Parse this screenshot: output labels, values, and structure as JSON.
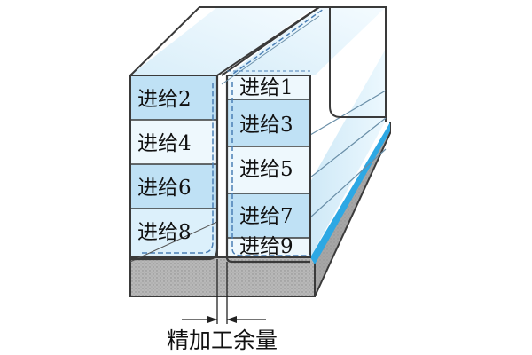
{
  "left_steps": [
    {
      "label": "进给2"
    },
    {
      "label": "进给4"
    },
    {
      "label": "进给6"
    },
    {
      "label": "进给8"
    }
  ],
  "right_steps": [
    {
      "label": "进给1"
    },
    {
      "label": "进给3"
    },
    {
      "label": "进给5"
    },
    {
      "label": "进给7"
    },
    {
      "label": "进给9"
    }
  ],
  "allowance_label": "精加工余量",
  "colors": {
    "outline": "#3a3a3a",
    "face_blue": "#bfe1f5",
    "face_light": "#dcf0fb",
    "face_white": "#eef8fd",
    "accent_blue": "#2da8e4",
    "base_gray": "#b5b5b5",
    "centerline": "#4a7fb5"
  }
}
